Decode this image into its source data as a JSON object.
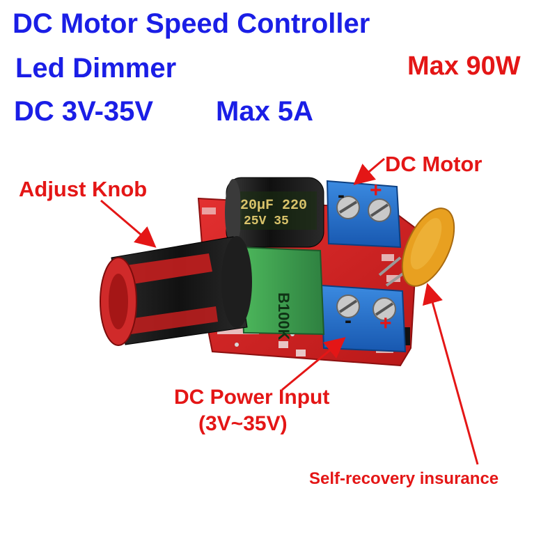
{
  "headline": {
    "line1": "DC Motor Speed Controller",
    "line2": "Led Dimmer",
    "line3a": "DC 3V-35V",
    "line3b": "Max 5A",
    "power": "Max 90W"
  },
  "callouts": {
    "adjust_knob": "Adjust Knob",
    "dc_motor": "DC Motor",
    "dc_power_input": "DC Power Input",
    "power_range": "(3V~35V)",
    "fuse": "Self-recovery insurance"
  },
  "board_markings": {
    "capacitor_text": "20μF 220 25V 35",
    "potentiometer_text": "B100K",
    "motor_terminal_minus": "-",
    "motor_terminal_plus": "+",
    "power_terminal_minus": "-",
    "power_terminal_plus": "+"
  },
  "colors": {
    "title_blue": "#1a1ee6",
    "label_red": "#e41616",
    "pcb_red": "#d92020",
    "terminal_blue": "#1f6fd0",
    "pot_green": "#3c9a4a",
    "capacitor_black": "#1c1c1c",
    "fuse_orange": "#e8a020"
  }
}
